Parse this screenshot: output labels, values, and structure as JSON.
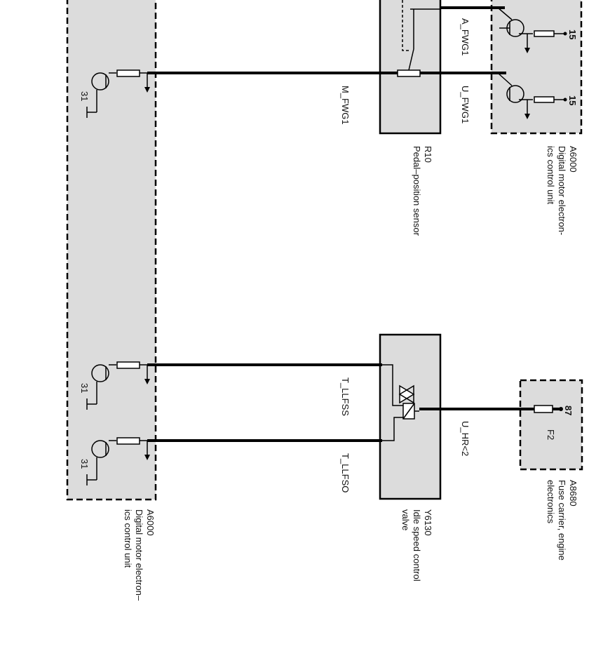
{
  "ecu_left": {
    "id": "A6000",
    "desc_line1": "Digital motor electron–",
    "desc_line2": "ics control unit",
    "ground_pin": "31"
  },
  "ecu_right": {
    "id": "A6000",
    "desc_line1": "Digital motor electron-",
    "desc_line2": "ics control unit",
    "supply_pin": "15"
  },
  "pedal_sensor": {
    "id": "R10",
    "desc": "Pedal–position sensor"
  },
  "idle_valve": {
    "id": "Y6130",
    "desc_line1": "Idle speed control",
    "desc_line2": "valve"
  },
  "fuse_carrier": {
    "id": "A8680",
    "desc_line1": "Fuse carrier, engine",
    "desc_line2": "electronics",
    "fuse": "F2",
    "pin": "87"
  },
  "signals": {
    "m_fwg1": "M_FWG1",
    "a_fwg1": "A_FWG1",
    "u_fwg1": "U_FWG1",
    "t_llfss": "T_LLFSS",
    "t_llfso": "T_LLFSO",
    "u_hr": "U_HR<2"
  }
}
